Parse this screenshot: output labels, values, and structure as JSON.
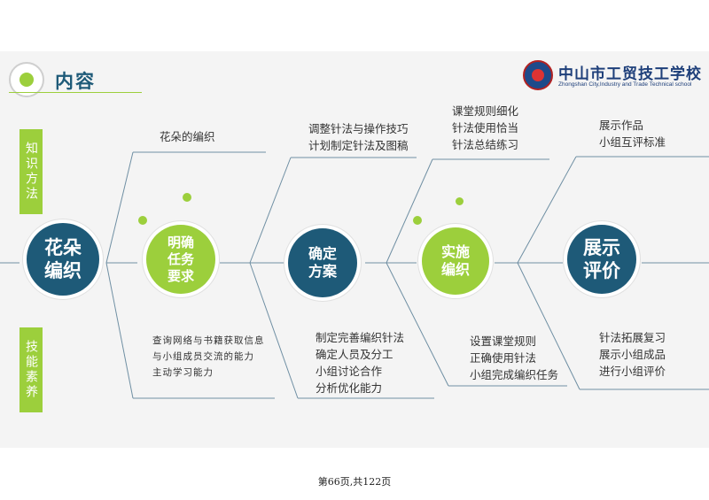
{
  "header": {
    "title": "内容"
  },
  "logo": {
    "name_cn": "中山市工贸技工学校",
    "name_en": "Zhongshan City,Industry and Trade Technical school"
  },
  "side_labels": {
    "top": "知识方法",
    "bottom": "技能素养"
  },
  "nodes": [
    {
      "label": "花朵\n编织"
    },
    {
      "label": "明确\n任务\n要求"
    },
    {
      "label": "确定\n方案"
    },
    {
      "label": "实施\n编织"
    },
    {
      "label": "展示\n评价"
    }
  ],
  "notes": {
    "task_top": "花朵的编织",
    "task_bottom": "查询网络与书籍获取信息\n与小组成员交流的能力\n主动学习能力",
    "plan_top": "调整针法与操作技巧\n计划制定针法及图稿",
    "plan_bottom": "制定完善编织针法\n确定人员及分工\n小组讨论合作\n分析优化能力",
    "exec_top": "课堂规则细化\n针法使用恰当\n针法总结练习",
    "exec_bottom": "设置课堂规则\n正确使用针法\n小组完成编织任务",
    "show_top": "展示作品\n小组互评标准",
    "show_bottom": "针法拓展复习\n展示小组成品\n进行小组评价"
  },
  "colors": {
    "accent_green": "#9ccf3c",
    "primary_blue": "#1e5a78"
  },
  "footer": {
    "page_text": "第66页,共122页"
  }
}
